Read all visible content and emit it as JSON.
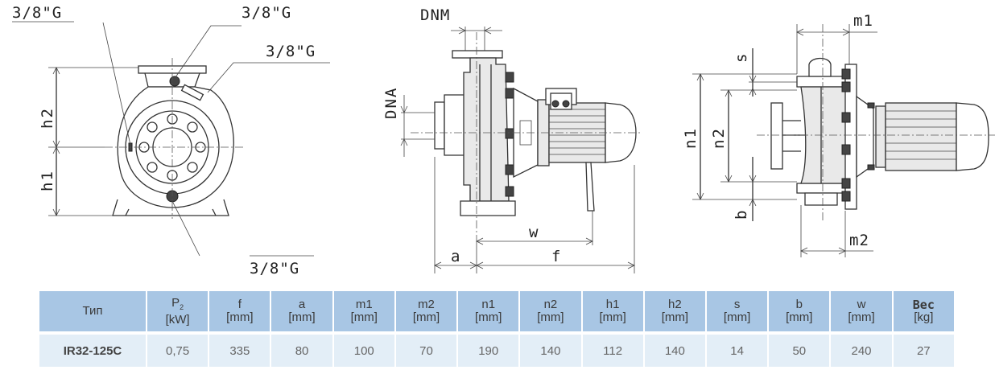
{
  "drawing": {
    "labels": {
      "thread_top_left": "3/8\"G",
      "thread_top_right": "3/8\"G",
      "thread_mid_right": "3/8\"G",
      "thread_bottom": "3/8\"G",
      "h2": "h2",
      "h1": "h1",
      "dnm": "DNM",
      "dna": "DNA",
      "w": "w",
      "a": "a",
      "f": "f",
      "m1": "m1",
      "m2": "m2",
      "s": "s",
      "n1": "n1",
      "n2": "n2",
      "b": "b"
    }
  },
  "table": {
    "headers": [
      {
        "name": "Тип",
        "unit": ""
      },
      {
        "name": "P",
        "sub": "2",
        "unit": "[kW]"
      },
      {
        "name": "f",
        "unit": "[mm]"
      },
      {
        "name": "a",
        "unit": "[mm]"
      },
      {
        "name": "m1",
        "unit": "[mm]"
      },
      {
        "name": "m2",
        "unit": "[mm]"
      },
      {
        "name": "n1",
        "unit": "[mm]"
      },
      {
        "name": "n2",
        "unit": "[mm]"
      },
      {
        "name": "h1",
        "unit": "[mm]"
      },
      {
        "name": "h2",
        "unit": "[mm]"
      },
      {
        "name": "s",
        "unit": "[mm]"
      },
      {
        "name": "b",
        "unit": "[mm]"
      },
      {
        "name": "w",
        "unit": "[mm]"
      },
      {
        "name": "Вес",
        "unit": "[kg]"
      }
    ],
    "row": {
      "model": "IR32-125C",
      "p2": "0,75",
      "f": "335",
      "a": "80",
      "m1": "100",
      "m2": "70",
      "n1": "190",
      "n2": "140",
      "h1": "112",
      "h2": "140",
      "s": "14",
      "b": "50",
      "w": "240",
      "ves": "27"
    }
  }
}
